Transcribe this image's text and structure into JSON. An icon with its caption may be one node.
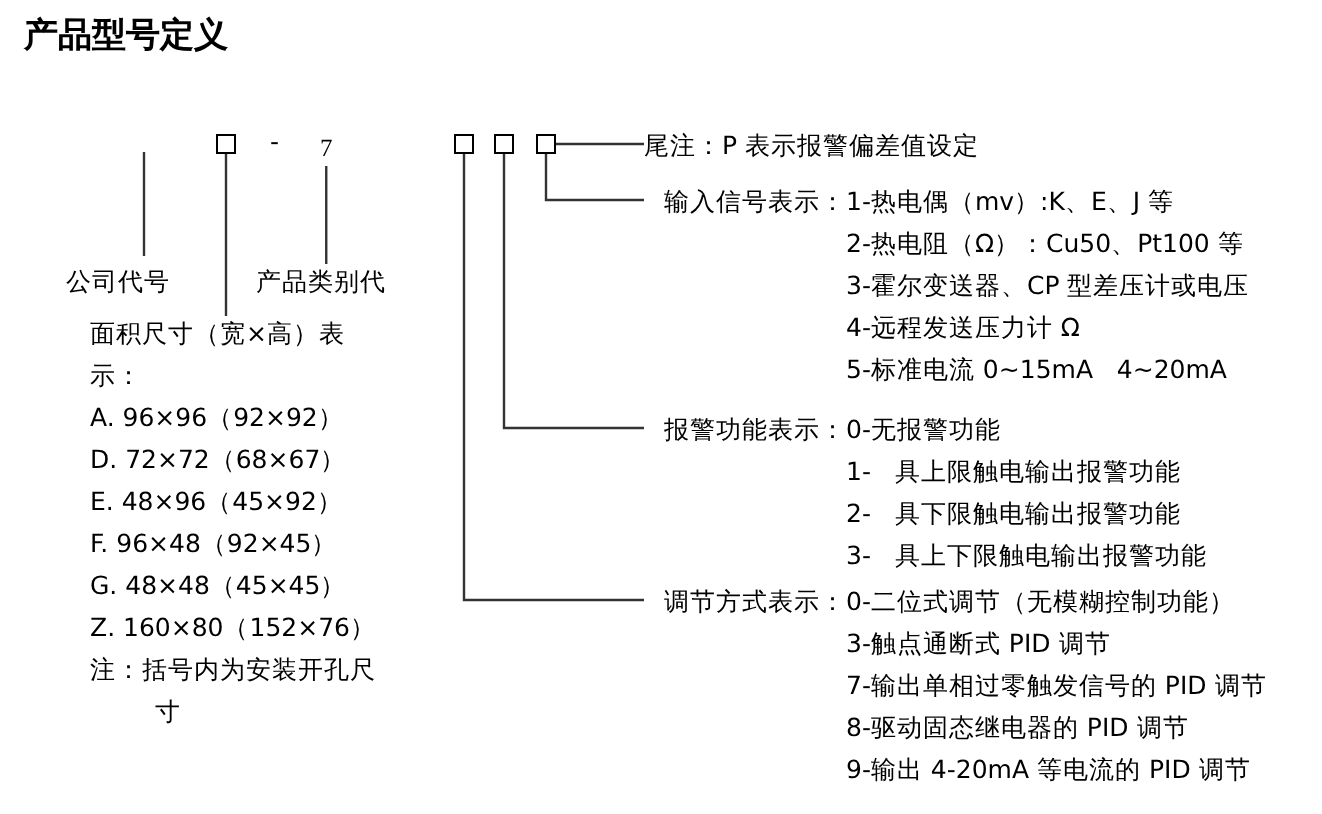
{
  "diagram": {
    "title": "产品型号定义",
    "nodes": [
      {
        "text": [
          "公司代号"
        ]
      },
      {
        "text": [],
        "shape": "box"
      },
      {
        "text": [
          "7"
        ]
      },
      {
        "text": [
          "产品类别代"
        ]
      },
      {
        "text": [
          "面积尺寸（宽×高）表示：",
          "A. 96×96（92×92）",
          "D. 72×72（68×67）",
          "E. 48×96（45×92）",
          "F. 96×48（92×45）",
          "G. 48×48（45×45）",
          "Z. 160×80（152×76）",
          "注：括号内为安装开孔尺寸"
        ]
      },
      {
        "text": [],
        "shape": "box"
      },
      {
        "text": [],
        "shape": "box"
      },
      {
        "text": [],
        "shape": "box"
      },
      {
        "text": [
          "尾注：P 表示报警偏差值设定"
        ]
      },
      {
        "text": [
          "输入信号表示：",
          "1-热电偶（mv）:K、E、J 等",
          "2-热电阻（Ω）：Cu50、Pt100 等",
          "3-霍尔变送器、CP 型差压计或电压",
          "4-远程发送压力计 Ω",
          "5-标准电流 0~15mA   4~20mA"
        ]
      },
      {
        "text": [
          "报警功能表示：",
          "0-无报警功能",
          "1-   具上限触电输出报警功能",
          "2-   具下限触电输出报警功能",
          "3-   具上下限触电输出报警功能"
        ]
      },
      {
        "text": [
          "调节方式表示：",
          "0-二位式调节（无模糊控制功能）",
          "3-触点通断式 PID 调节",
          "7-输出单相过零触发信号的 PID 调节",
          "8-驱动固态继电器的 PID 调节",
          "9-输出 4-20mA 等电流的 PID 调节"
        ]
      }
    ],
    "edges": [
      {
        "from": 0,
        "to": null,
        "arrow": "none"
      },
      {
        "from": 3,
        "to": 2,
        "arrow": "none"
      },
      {
        "from": 1,
        "to": 4,
        "arrow": "none"
      },
      {
        "from": 7,
        "to": 8,
        "arrow": "none"
      },
      {
        "from": 7,
        "to": 9,
        "arrow": "none"
      },
      {
        "from": 6,
        "to": 10,
        "arrow": "none"
      },
      {
        "from": 5,
        "to": 11,
        "arrow": "none"
      }
    ],
    "labels": [
      "-"
    ]
  }
}
